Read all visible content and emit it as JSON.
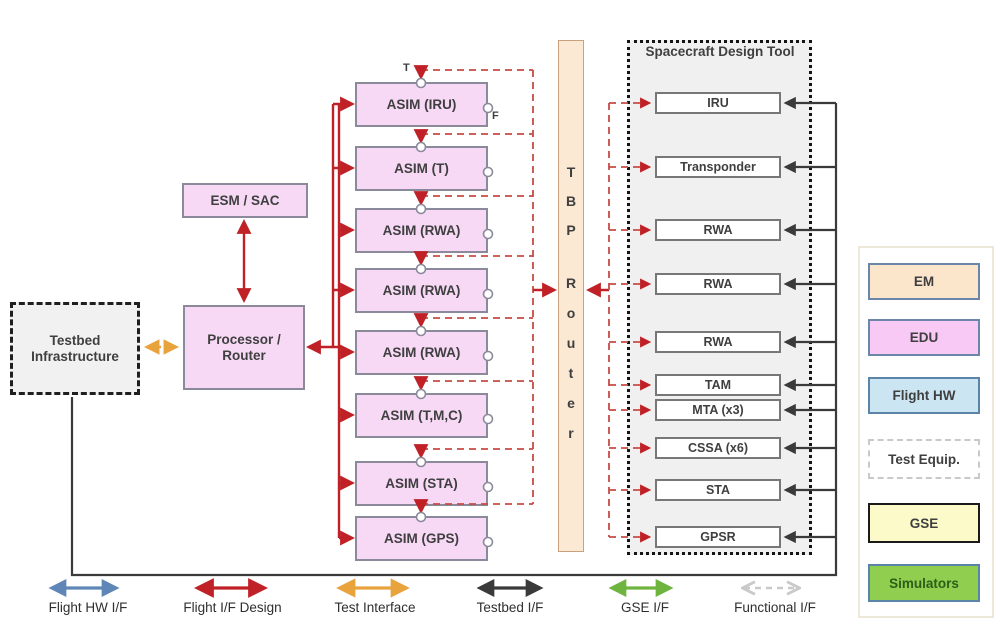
{
  "diagram": {
    "testbed_infrastructure": {
      "label": "Testbed Infrastructure"
    },
    "esm_sac": {
      "label": "ESM / SAC"
    },
    "processor_router": {
      "label": "Processor / Router"
    },
    "asim_column": {
      "port_top_label": "T",
      "port_right_label": "F",
      "boxes": [
        {
          "label": "ASIM (IRU)"
        },
        {
          "label": "ASIM (T)"
        },
        {
          "label": "ASIM (RWA)"
        },
        {
          "label": "ASIM (RWA)"
        },
        {
          "label": "ASIM (RWA)"
        },
        {
          "label": "ASIM (T,M,C)"
        },
        {
          "label": "ASIM (STA)"
        },
        {
          "label": "ASIM (GPS)"
        }
      ]
    },
    "tbp_router": {
      "full_name": "TBP Router",
      "label_top": "T\nB\nP",
      "label_bottom": "R\no\nu\nt\ne\nr"
    },
    "spacecraft_design_tool": {
      "title": "Spacecraft Design Tool",
      "boxes": [
        {
          "label": "IRU"
        },
        {
          "label": "Transponder"
        },
        {
          "label": "RWA"
        },
        {
          "label": "RWA"
        },
        {
          "label": "RWA"
        },
        {
          "label": "TAM"
        },
        {
          "label": "MTA (x3)"
        },
        {
          "label": "CSSA (x6)"
        },
        {
          "label": "STA"
        },
        {
          "label": "GPSR"
        }
      ]
    }
  },
  "hardware_legend": {
    "items": [
      {
        "label": "EM",
        "fill": "#FBE6CC",
        "border": "#6B86A8",
        "border_style": "solid"
      },
      {
        "label": "EDU",
        "fill": "#F9C9F5",
        "border": "#6B86A8",
        "border_style": "solid"
      },
      {
        "label": "Flight HW",
        "fill": "#CCE5F3",
        "border": "#5B84A9",
        "border_style": "solid"
      },
      {
        "label": "Test Equip.",
        "fill": "#FFFFFF",
        "border": "#C9C9C9",
        "border_style": "dashed"
      },
      {
        "label": "GSE",
        "fill": "#FBFAC8",
        "border": "#1A1A1A",
        "border_style": "solid"
      },
      {
        "label": "Simulators",
        "fill": "#8FCE4E",
        "border": "#5B84A9",
        "border_style": "solid"
      }
    ]
  },
  "interface_legend": {
    "items": [
      {
        "label": "Flight HW I/F",
        "color": "#5E87B8",
        "line_style": "solid"
      },
      {
        "label": "Flight I/F Design",
        "color": "#BF2126",
        "line_style": "solid"
      },
      {
        "label": "Test Interface",
        "color": "#E8A33D",
        "line_style": "solid"
      },
      {
        "label": "Testbed I/F",
        "color": "#3A3A3A",
        "line_style": "solid"
      },
      {
        "label": "GSE I/F",
        "color": "#6FB43F",
        "line_style": "solid"
      },
      {
        "label": "Functional I/F",
        "color": "#C9C9C9",
        "line_style": "dashed"
      }
    ]
  },
  "colors": {
    "asim_fill": "#F7D9F6",
    "tbp_fill": "#FBE9D3",
    "sdt_fill": "#F0F0F0",
    "white_box": "#FFFFFF",
    "flight_design_red": "#BF2126",
    "test_port_red_dashed": "#C84B44",
    "testbed_black": "#3A3A3A",
    "test_interface_orange": "#E8A33D"
  }
}
